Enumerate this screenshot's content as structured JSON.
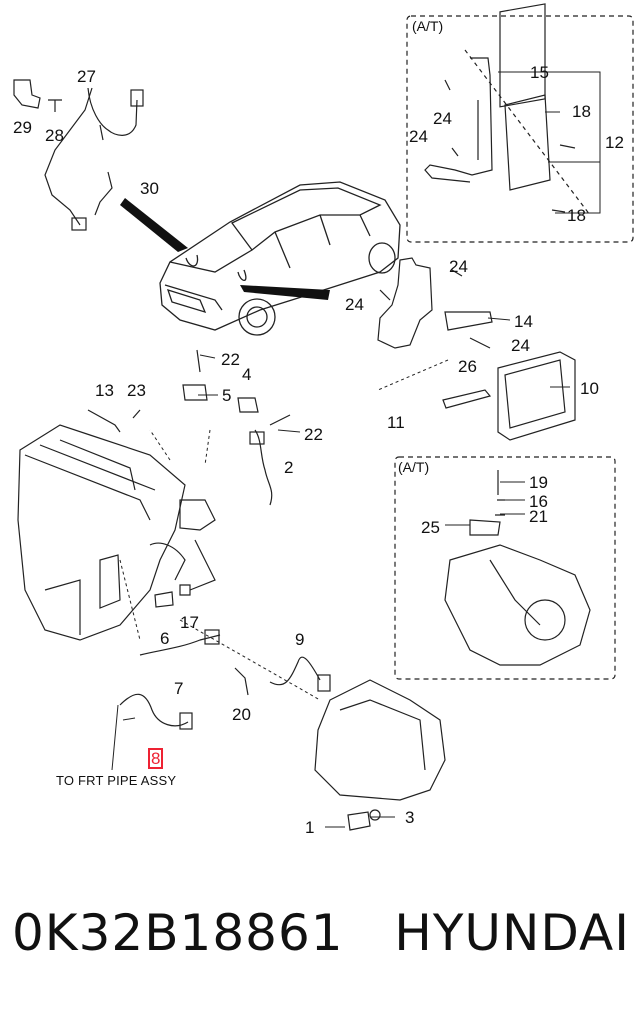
{
  "diagram": {
    "boxes": [
      {
        "id": "box-at-top",
        "label": "(A/T)"
      },
      {
        "id": "box-at-mid",
        "label": "(A/T)"
      }
    ],
    "callouts": {
      "c27": "27",
      "c29": "29",
      "c28": "28",
      "c30": "30",
      "c15": "15",
      "c24a": "24",
      "c24b": "24",
      "c18a": "18",
      "c12": "12",
      "c18b": "18",
      "c24c": "24",
      "c24d": "24",
      "c14": "14",
      "c24e": "24",
      "c26": "26",
      "c10": "10",
      "c11": "11",
      "c22a": "22",
      "c13": "13",
      "c23": "23",
      "c5": "5",
      "c4": "4",
      "c22b": "22",
      "c2": "2",
      "c19": "19",
      "c16": "16",
      "c21": "21",
      "c25": "25",
      "c17": "17",
      "c6": "6",
      "c7": "7",
      "c9": "9",
      "c20": "20",
      "c8": "8",
      "c1": "1",
      "c3": "3"
    },
    "note": "TO FRT PIPE ASSY",
    "highlighted_callout": "8"
  },
  "footer": {
    "part_number": "0K32B18861",
    "brand": "HYUNDAI"
  }
}
